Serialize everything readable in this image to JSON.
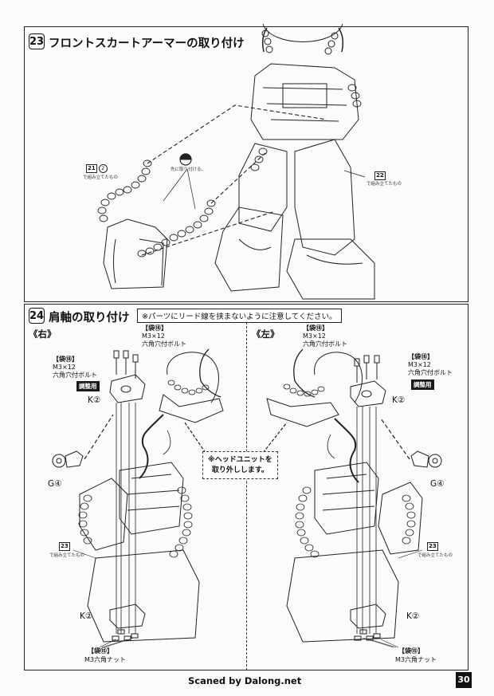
{
  "step23": {
    "number": "23",
    "title": "フロントスカートアーマーの取り付け",
    "ref_left_part": "21",
    "ref_left_circle": "2",
    "ref_left_caption": "で組み立てたもの",
    "ref_right_part": "22",
    "ref_right_caption": "で組み立てたもの",
    "ball_caption": "先に取り付ける。"
  },
  "step24": {
    "number": "24",
    "title": "肩軸の取り付け",
    "notice": "※パーツにリード線を挟まないように注意してください。",
    "callout_line1": "※ヘッドユニットを",
    "callout_line2": "取り外しします。",
    "right_side": {
      "label": "《右》",
      "top_bag": "【袋⑱】",
      "top_size": "M3×12",
      "top_bolt": "六角穴付ボルト",
      "left_bag": "【袋⑱】",
      "left_size": "M3×12",
      "left_bolt": "六角穴付ボルト",
      "adjust": "調整用",
      "k_part": "K②",
      "g_part": "G④",
      "ref_part": "23",
      "ref_caption": "で組み立てたもの",
      "k_part_bottom": "K②",
      "bottom_bag": "【袋⑮】",
      "bottom_nut": "M3六角ナット"
    },
    "left_side": {
      "label": "《左》",
      "top_bag": "【袋⑱】",
      "top_size": "M3×12",
      "top_bolt": "六角穴付ボルト",
      "right_bag": "【袋⑱】",
      "right_size": "M3×12",
      "right_bolt": "六角穴付ボルト",
      "adjust": "調整用",
      "k_part": "K②",
      "g_part": "G④",
      "ref_part": "23",
      "ref_caption": "で組み立てたもの",
      "k_part_bottom": "K②",
      "bottom_bag": "【袋⑮】",
      "bottom_nut": "M3六角ナット"
    }
  },
  "footer": {
    "credit": "Scaned by Dalong.net",
    "page_number": "30"
  }
}
